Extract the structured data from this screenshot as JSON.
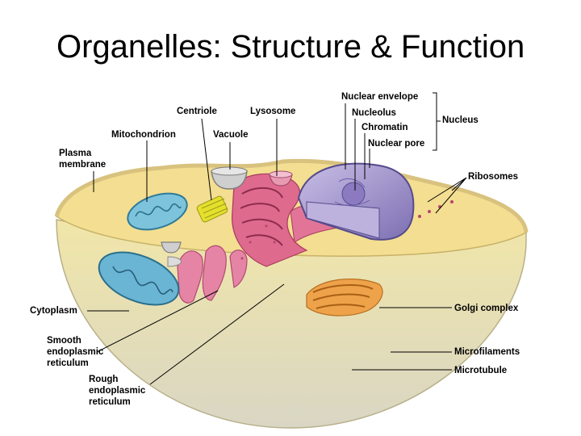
{
  "slide": {
    "title": "Organelles: Structure & Function"
  },
  "diagram": {
    "labels": {
      "centriole": "Centriole",
      "lysosome": "Lysosome",
      "mitochondrion": "Mitochondrion",
      "vacuole": "Vacuole",
      "plasma_membrane": [
        "Plasma",
        "membrane"
      ],
      "nuclear_envelope": "Nuclear envelope",
      "nucleolus": "Nucleolus",
      "chromatin": "Chromatin",
      "nuclear_pore": "Nuclear pore",
      "nucleus": "Nucleus",
      "ribosomes": "Ribosomes",
      "cytoplasm": "Cytoplasm",
      "smooth_er": [
        "Smooth",
        "endoplasmic",
        "reticulum"
      ],
      "rough_er": [
        "Rough",
        "endoplasmic",
        "reticulum"
      ],
      "golgi_complex": "Golgi complex",
      "microfilaments": "Microfilaments",
      "microtubule": "Microtubule"
    },
    "colors": {
      "cytoplasm": "#f2dc8c",
      "cell_floor": "#e9e7c4",
      "nucleus": "#9c8fc4",
      "rough_er": "#d8557e",
      "mitochondrion": "#6bb9d8",
      "golgi": "#e89a3c",
      "centriole": "#e4e02c",
      "vacuole": "#c9c9c9"
    }
  }
}
